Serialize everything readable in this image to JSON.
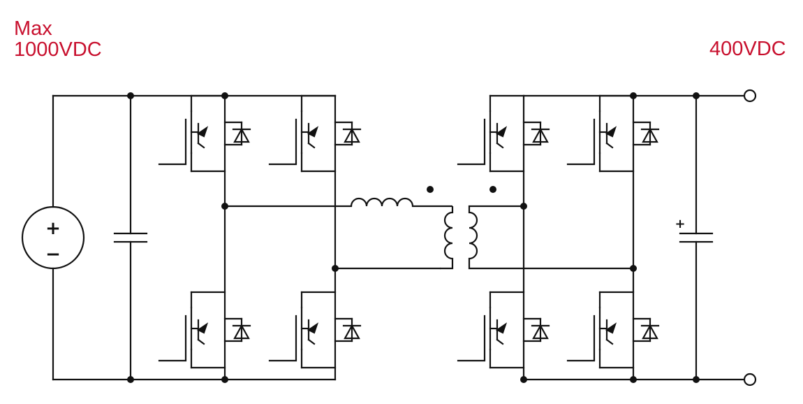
{
  "labels": {
    "input_voltage": "Max\n1000VDC",
    "output_voltage": "400VDC"
  },
  "source": {
    "plus": "+",
    "minus": "−"
  },
  "output_capacitor": {
    "polarity": "+"
  },
  "colors": {
    "label": "#c8102e",
    "wire": "#111111",
    "background": "#ffffff"
  },
  "topology": "dual active bridge",
  "components": {
    "input_bridge_switches": 4,
    "output_bridge_switches": 4
  }
}
